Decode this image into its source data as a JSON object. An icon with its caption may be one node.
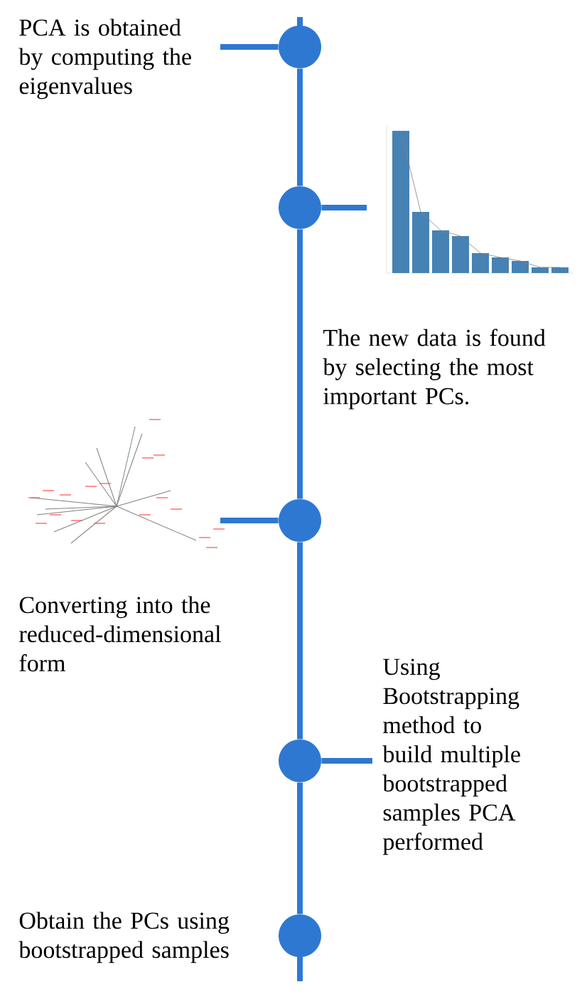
{
  "diagram": {
    "nodes": [
      {
        "text": [
          "PCA is obtained by computing the eigenvalues"
        ]
      },
      {
        "text": [],
        "shape": "circle"
      },
      {
        "text": [],
        "shape": "circle"
      },
      {
        "text": [],
        "shape": "picture"
      },
      {
        "text": [],
        "shape": "picture"
      },
      {
        "text": [],
        "shape": "circle"
      },
      {
        "text": [
          "Using Bootstrapping method to build multiple bootstrapped samples PCA performed"
        ]
      },
      {
        "text": [],
        "shape": "circle"
      },
      {
        "text": [],
        "shape": "circle"
      }
    ],
    "edges": [
      {
        "from": 0,
        "to": 1,
        "arrow": "none"
      },
      {
        "from": 2,
        "to": 3,
        "arrow": "none"
      },
      {
        "from": 4,
        "to": 5,
        "arrow": "none"
      },
      {
        "from": 7,
        "to": 6,
        "arrow": "none"
      },
      {
        "from": 1,
        "to": 2,
        "arrow": "none"
      },
      {
        "from": 2,
        "to": 5,
        "arrow": "none"
      },
      {
        "from": 5,
        "to": 7,
        "arrow": "none"
      },
      {
        "from": 7,
        "to": 8,
        "arrow": "none"
      }
    ],
    "labels": [
      "The new data is found by selecting the most important PCs.",
      "Converting into the reduced-dimensional form",
      "Obtain the PCs using bootstrapped samples"
    ]
  }
}
